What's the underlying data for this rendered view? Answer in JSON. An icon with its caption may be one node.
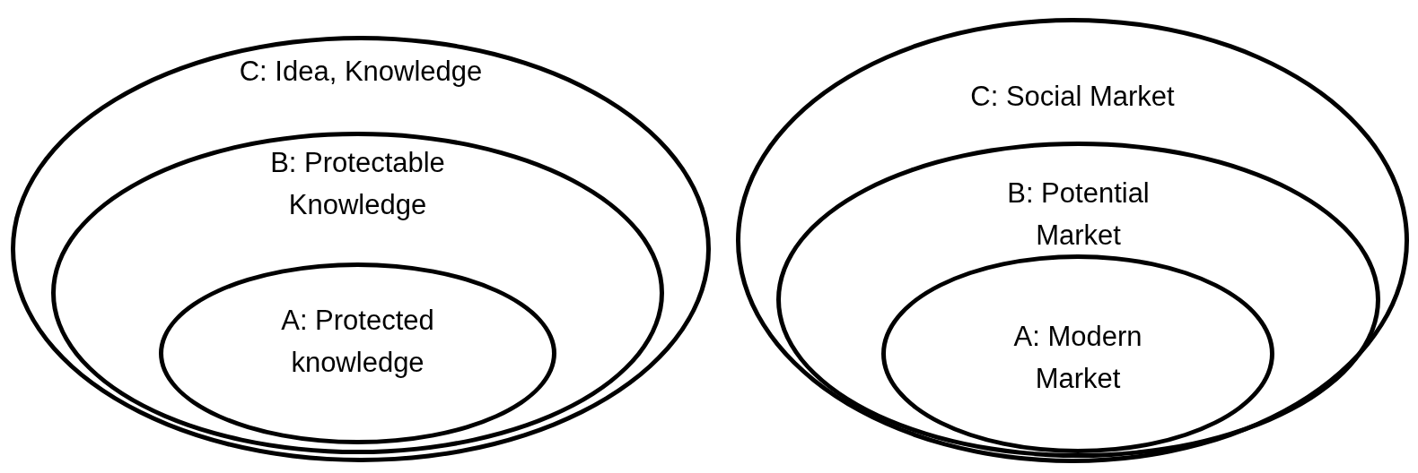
{
  "diagram": {
    "nodes": [
      {
        "text": [
          "C: Idea, Knowledge"
        ]
      },
      {
        "text": [
          "B: Protectable Knowledge"
        ],
        "in": 0
      },
      {
        "text": [
          "A: Protected knowledge"
        ],
        "in": 1
      },
      {
        "text": [
          "C: Social Market"
        ]
      },
      {
        "text": [
          "B: Potential Market"
        ],
        "in": 3
      },
      {
        "text": [
          "A: Modern Market"
        ],
        "in": 4
      }
    ]
  }
}
